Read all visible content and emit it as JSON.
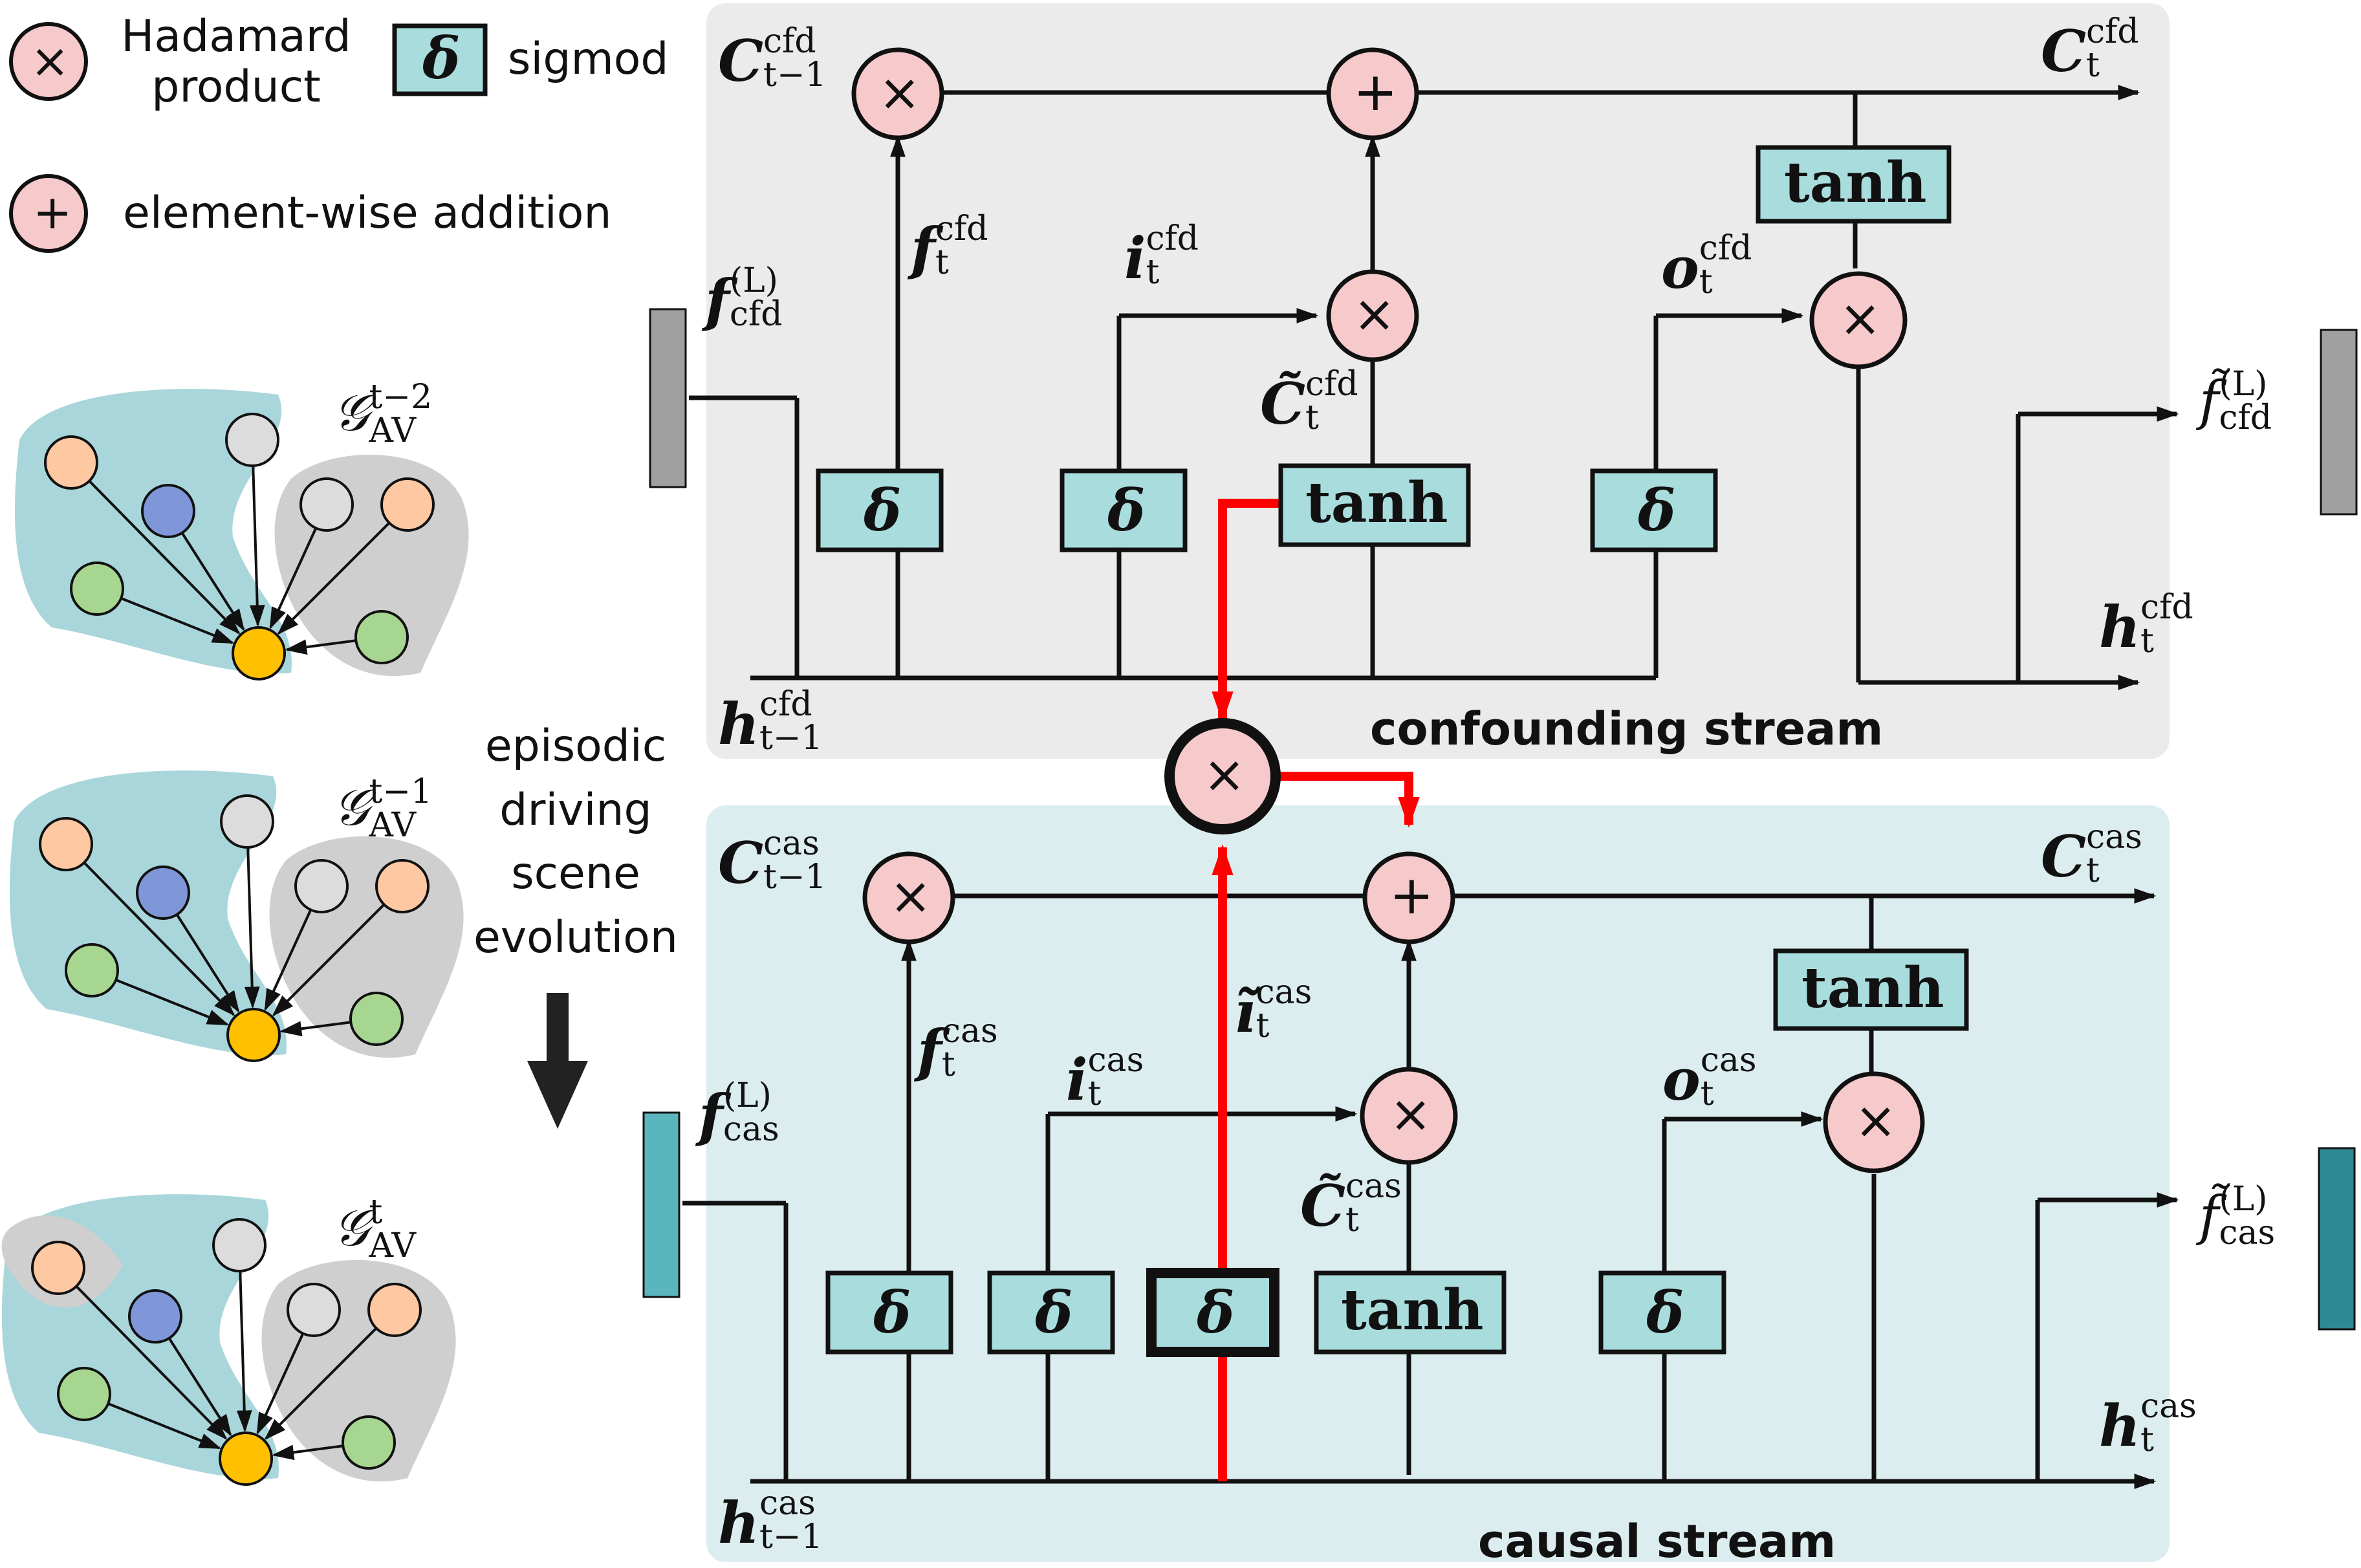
{
  "legend": {
    "hadamard": "Hadamard product",
    "sigmod": "sigmod",
    "addition": "element-wise addition"
  },
  "streams": {
    "confounding": "confounding stream",
    "causal": "causal stream"
  },
  "evolution_label": "episodic driving scene evolution",
  "box_labels": {
    "sigmoid": "δ",
    "tanh": "tanh"
  },
  "symbols": {
    "times": "×",
    "plus": "+"
  },
  "colors": {
    "confounding_bg": "#ebebeb",
    "causal_bg": "#dcedef",
    "gate_box_fill": "#a9dcdd",
    "op_circle_fill": "#f6c9cb",
    "red_path": "#ff0000",
    "feature_gray": "#a0a0a0",
    "feature_teal_light": "#5bb5bd",
    "feature_teal_dark": "#2e8a92",
    "node_orange": "#fdc8a2",
    "node_blue": "#7f97d8",
    "node_gray": "#dcdcdc",
    "node_green": "#a7d691",
    "node_center": "#ffc000",
    "blob_teal": "#a9d6db",
    "blob_gray": "#cfcfcf"
  },
  "variables": {
    "cfd": {
      "c_prev": {
        "base": "C",
        "sup": "cfd",
        "sub": "t−1"
      },
      "c_next": {
        "base": "C",
        "sup": "cfd",
        "sub": "t"
      },
      "f": {
        "base": "f",
        "sup": "cfd",
        "sub": "t"
      },
      "i": {
        "base": "i",
        "sup": "cfd",
        "sub": "t"
      },
      "o": {
        "base": "o",
        "sup": "cfd",
        "sub": "t"
      },
      "c_tilde": {
        "base": "C̃",
        "sup": "cfd",
        "sub": "t"
      },
      "h_prev": {
        "base": "h",
        "sup": "cfd",
        "sub": "t−1"
      },
      "h_next": {
        "base": "h",
        "sup": "cfd",
        "sub": "t"
      },
      "feat_in": {
        "base": "f",
        "sup": "(L)",
        "sub": "cfd"
      },
      "feat_out": {
        "base": "f̃",
        "sup": "(L)",
        "sub": "cfd"
      }
    },
    "cas": {
      "c_prev": {
        "base": "C",
        "sup": "cas",
        "sub": "t−1"
      },
      "c_next": {
        "base": "C",
        "sup": "cas",
        "sub": "t"
      },
      "f": {
        "base": "f",
        "sup": "cas",
        "sub": "t"
      },
      "i": {
        "base": "i",
        "sup": "cas",
        "sub": "t"
      },
      "i_tilde": {
        "base": "ĩ",
        "sup": "cas",
        "sub": "t"
      },
      "o": {
        "base": "o",
        "sup": "cas",
        "sub": "t"
      },
      "c_tilde": {
        "base": "C̃",
        "sup": "cas",
        "sub": "t"
      },
      "h_prev": {
        "base": "h",
        "sup": "cas",
        "sub": "t−1"
      },
      "h_next": {
        "base": "h",
        "sup": "cas",
        "sub": "t"
      },
      "feat_in": {
        "base": "f",
        "sup": "(L)",
        "sub": "cas"
      },
      "feat_out": {
        "base": "f̃",
        "sup": "(L)",
        "sub": "cas"
      }
    }
  },
  "graphs": [
    {
      "base": "𝒢",
      "sup": "t−2",
      "sub": "AV"
    },
    {
      "base": "𝒢",
      "sup": "t−1",
      "sub": "AV"
    },
    {
      "base": "𝒢",
      "sup": "t",
      "sub": "AV"
    }
  ]
}
